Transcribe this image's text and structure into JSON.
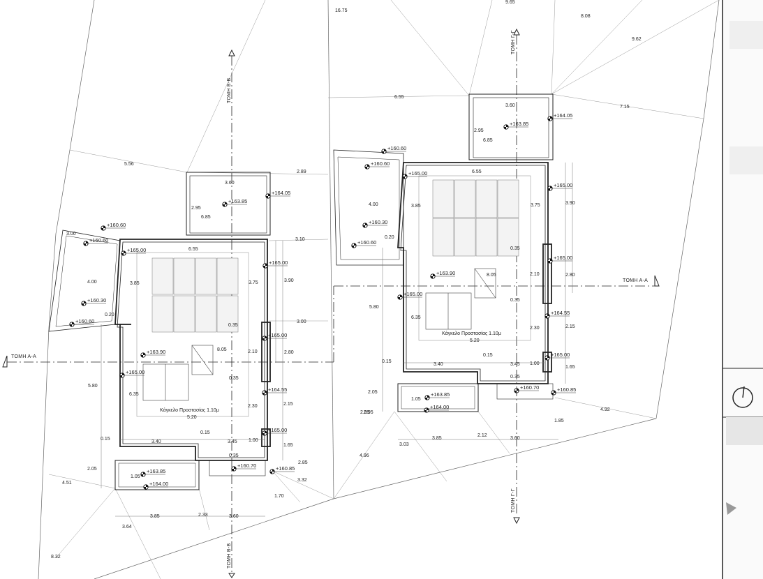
{
  "site": {
    "dims": [
      "16.75",
      "9.65",
      "8.08",
      "9.62",
      "7.15",
      "6.55",
      "5.56",
      "2.89",
      "3.10",
      "3.00",
      "4.92",
      "4.96",
      "3.32",
      "2.85",
      "1.70",
      "4.51",
      "3.64",
      "8.32",
      "2.95",
      "2.33",
      "1.85",
      "3.03",
      "2.12"
    ]
  },
  "sections": {
    "aa_left": "ΤΟΜΗ Α-Α",
    "aa_right": "ΤΟΜΗ Α-Α",
    "bb_top": "ΤΟΜΗ Β-Β",
    "bb_bottom": "ΤΟΜΗ Β-Β",
    "gg_top": "ΤΟΜΗ Γ-Γ",
    "gg_bottom": "ΤΟΜΗ Γ-Γ"
  },
  "house_left": {
    "railing": "Κάγκελο Προστασίας 1.10μ",
    "elevations": [
      "+160.60",
      "+160.60",
      "+160.30",
      "+160.60",
      "+165.00",
      "+164.05",
      "+163.85",
      "+165.00",
      "+165.00",
      "+163.90",
      "+165.00",
      "+164.55",
      "+165.00",
      "+160.70",
      "+160.85",
      "+163.85",
      "+164.00"
    ],
    "dims": [
      "3.00",
      "4.00",
      "0.20",
      "3.60",
      "2.95",
      "6.85",
      "6.55",
      "3.85",
      "3.75",
      "3.90",
      "0.35",
      "8.05",
      "2.10",
      "2.80",
      "0.35",
      "5.80",
      "6.35",
      "5.20",
      "2.30",
      "2.15",
      "0.15",
      "3.40",
      "0.15",
      "3.45",
      "1.00",
      "1.65",
      "0.35",
      "2.05",
      "1.05",
      "3.85",
      "3.60"
    ]
  },
  "house_right": {
    "railing": "Κάγκελο Προστασίας 1.10μ",
    "elevations": [
      "+160.60",
      "+160.60",
      "+160.30",
      "+160.60",
      "+165.00",
      "+164.05",
      "+163.85",
      "+165.00",
      "+165.00",
      "+163.90",
      "+165.00",
      "+164.55",
      "+165.00",
      "+160.70",
      "+160.85",
      "+163.85",
      "+164.00"
    ],
    "dims": [
      "4.00",
      "0.20",
      "3.60",
      "2.95",
      "6.85",
      "6.55",
      "3.85",
      "3.75",
      "3.90",
      "0.35",
      "8.05",
      "2.10",
      "2.80",
      "0.35",
      "5.80",
      "6.35",
      "5.20",
      "2.30",
      "2.15",
      "0.15",
      "3.40",
      "0.15",
      "3.45",
      "1.00",
      "1.65",
      "0.35",
      "2.05",
      "1.05",
      "3.85",
      "3.60",
      "2.95"
    ]
  }
}
